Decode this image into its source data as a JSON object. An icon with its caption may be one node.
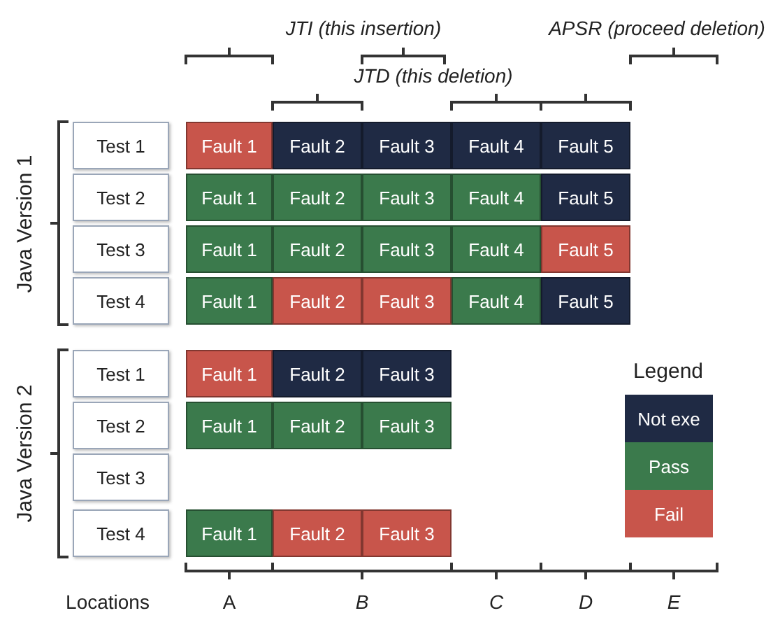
{
  "diagram": {
    "nodes": [
      {
        "text": [
          "Test 1"
        ]
      },
      {
        "text": [
          "Fault 1"
        ]
      },
      {
        "text": [
          "Fault 2"
        ]
      },
      {
        "text": [
          "Fault 3"
        ]
      },
      {
        "text": [
          "Fault 4"
        ]
      },
      {
        "text": [
          "Fault 5"
        ]
      },
      {
        "text": [
          "Test 2"
        ]
      },
      {
        "text": [
          "Fault 1"
        ]
      },
      {
        "text": [
          "Fault 2"
        ]
      },
      {
        "text": [
          "Fault 3"
        ]
      },
      {
        "text": [
          "Fault 4"
        ]
      },
      {
        "text": [
          "Fault 5"
        ]
      },
      {
        "text": [
          "Test 3"
        ]
      },
      {
        "text": [
          "Fault 1"
        ]
      },
      {
        "text": [
          "Fault 2"
        ]
      },
      {
        "text": [
          "Fault 3"
        ]
      },
      {
        "text": [
          "Fault 4"
        ]
      },
      {
        "text": [
          "Fault 5"
        ]
      },
      {
        "text": [
          "Test 4"
        ]
      },
      {
        "text": [
          "Fault 1"
        ]
      },
      {
        "text": [
          "Fault 2"
        ]
      },
      {
        "text": [
          "Fault 3"
        ]
      },
      {
        "text": [
          "Fault 4"
        ]
      },
      {
        "text": [
          "Fault 5"
        ]
      },
      {
        "text": [
          "Test 1"
        ]
      },
      {
        "text": [
          "Fault 1"
        ]
      },
      {
        "text": [
          "Fault 2"
        ]
      },
      {
        "text": [
          "Fault 3"
        ]
      },
      {
        "text": [
          "Test 2"
        ]
      },
      {
        "text": [
          "Fault 1"
        ]
      },
      {
        "text": [
          "Fault 2"
        ]
      },
      {
        "text": [
          "Fault 3"
        ]
      },
      {
        "text": [
          "Test 3"
        ]
      },
      {
        "text": [
          "Test 4"
        ]
      },
      {
        "text": [
          "Fault 1"
        ]
      },
      {
        "text": [
          "Fault 2"
        ]
      },
      {
        "text": [
          "Fault 3"
        ]
      }
    ],
    "labels": [
      "JTI (this insertion)",
      "APSR (proceed deletion)",
      "JTD (this deletion)",
      "Java Version 1",
      "Java Version 2",
      "Legend",
      "Locations",
      "A",
      "B",
      "C",
      "D",
      "E"
    ],
    "legend": [
      {
        "text": "Not exe",
        "color": "#1f2a44"
      },
      {
        "text": "Pass",
        "color": "#3b7a4c"
      },
      {
        "text": "Fail",
        "color": "#c8554b"
      }
    ]
  }
}
